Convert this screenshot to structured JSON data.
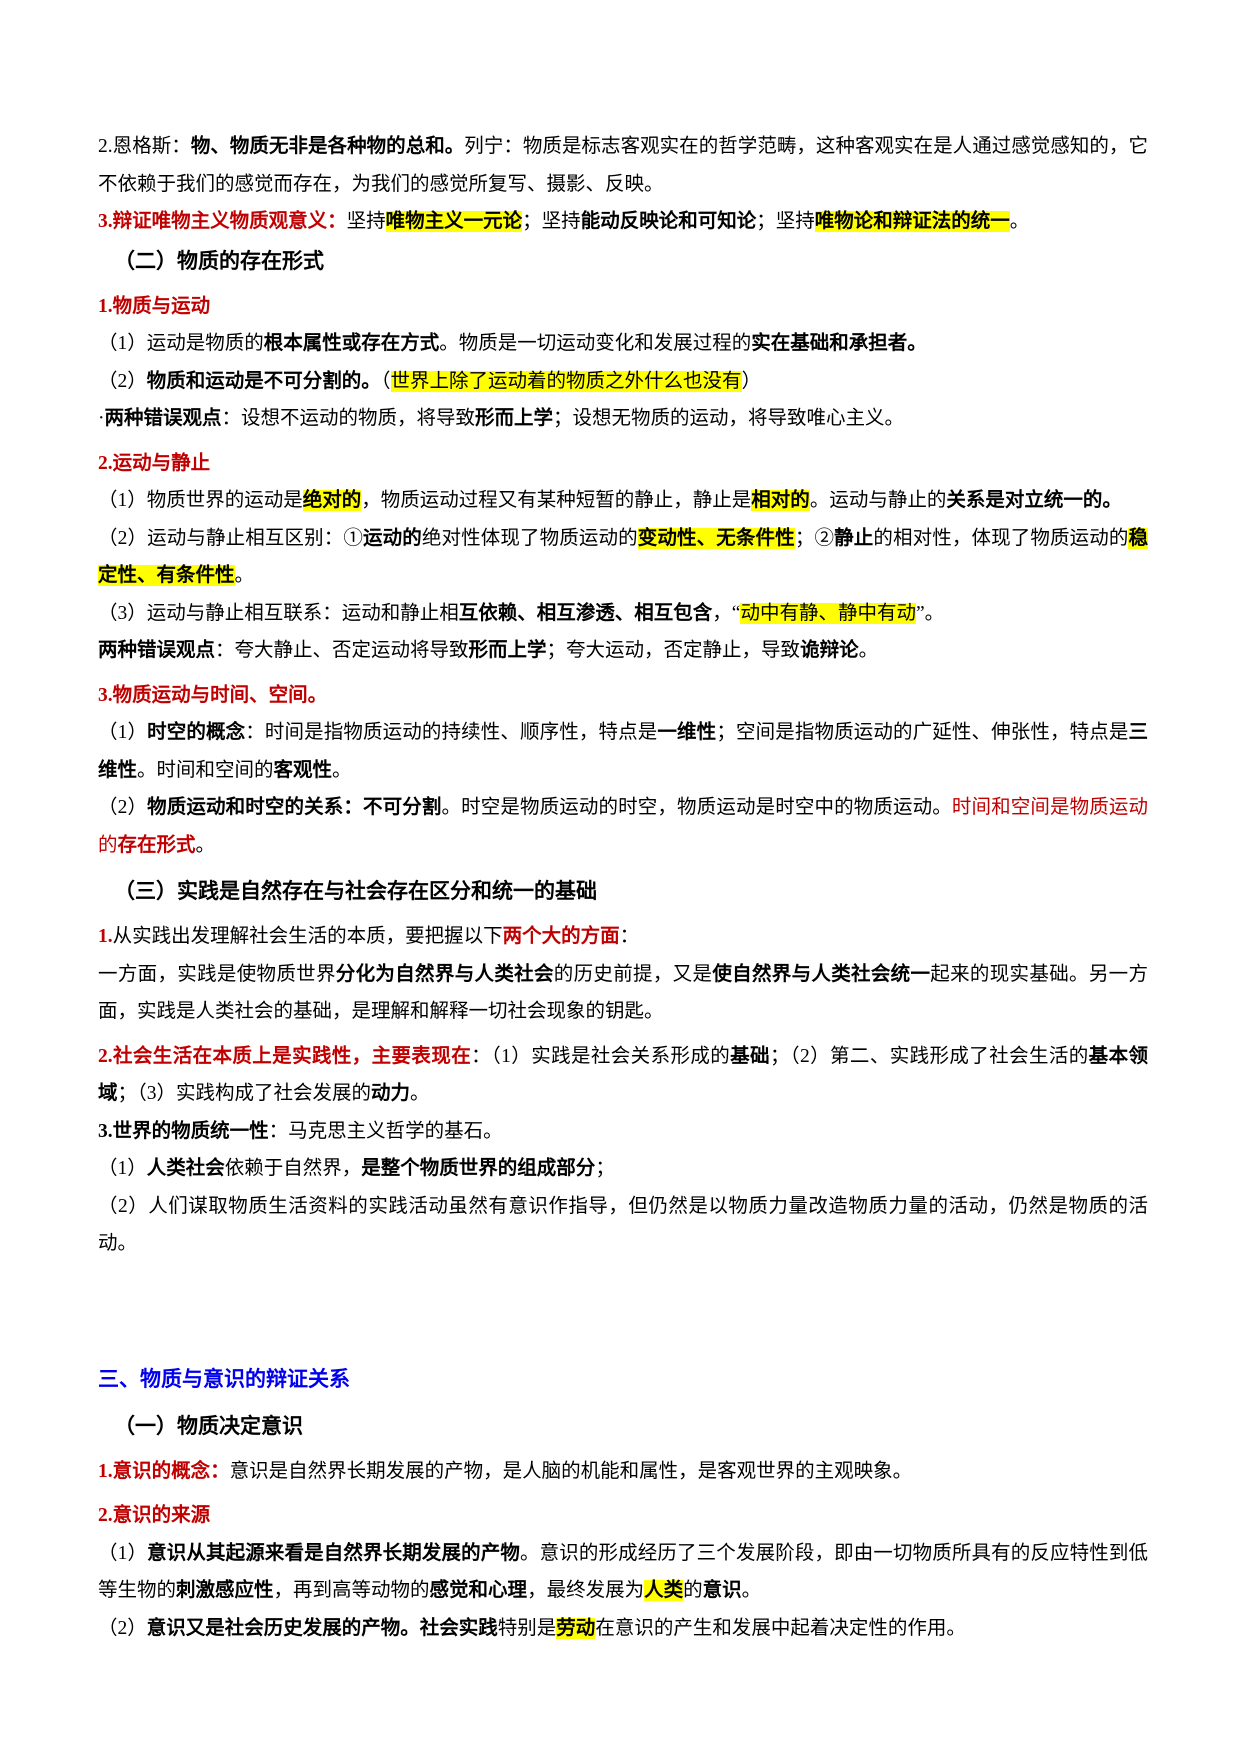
{
  "document": {
    "language": "zh-CN",
    "colors": {
      "heading_blue": "#0000ee",
      "heading_red": "#c00000",
      "highlight_yellow": "#ffff00",
      "body_black": "#000000",
      "page_background": "#ffffff"
    },
    "blocks": {
      "b01_engels_line1": "2.恩格斯：",
      "b01_engels_bold1": "物、物质无非是各种物的总和。",
      "b01_engels_rest": "列宁：物质是标志客观实在的哲学范畴，这种客观实在是人通过感觉感知的，它不依赖于我们的感觉而存在，为我们的感觉所复写、摄影、反映。",
      "b02_head_red": "3.辩证唯物主义物质观意义：",
      "b02_t1": "坚持",
      "b02_hl1": "唯物主义一元论",
      "b02_t2": "；坚持",
      "b02_b1": "能动反映论和可知论",
      "b02_t3": "；坚持",
      "b02_hl2": "唯物论和辩证法的统一",
      "b02_t4": "。",
      "b03_section2": "（二）物质的存在形式",
      "b04_head_red": "1.物质与运动",
      "b05_t1": "（1）运动是物质的",
      "b05_b1": "根本属性或存在方式",
      "b05_t2": "。物质是一切运动变化和发展过程的",
      "b05_b2": "实在基础和承担者。",
      "b06_t1": "（2）",
      "b06_b1": "物质和运动是不可分割的。",
      "b06_t2": "（",
      "b06_hl1": "世界上除了运动着的物质之外什么也没有",
      "b06_t3": "）",
      "b07_t1": "·",
      "b07_b1": "两种错误观点",
      "b07_t2": "：设想不运动的物质，将导致",
      "b07_b2": "形而上学",
      "b07_t3": "；设想无物质的运动，将导致唯心主义。",
      "b08_head_red": "2.运动与静止",
      "b09_t1": "（1）物质世界的运动是",
      "b09_hl1": "绝对的",
      "b09_t2": "，物质运动过程又有某种短暂的静止，静止是",
      "b09_hl2": "相对的",
      "b09_t3": "。运动与静止的",
      "b09_b1": "关系是对立统一的。",
      "b10_t1": "（2）运动与静止相互区别：①",
      "b10_b1": "运动的",
      "b10_t2": "绝对性体现了物质运动的",
      "b10_hl1": "变动性、无条件性",
      "b10_t3": "；②",
      "b10_b2": "静止",
      "b10_t4": "的相对性，体现了物质运动的",
      "b10_hl2": "稳定性、有条件性",
      "b10_t5": "。",
      "b11_t1": "（3）运动与静止相互联系：运动和静止相",
      "b11_b1": "互依赖、相互渗透、相互包含",
      "b11_t2": "，“",
      "b11_hl1": "动中有静、静中有动",
      "b11_t3": "”。",
      "b12_b1": "两种错误观点",
      "b12_t1": "：夸大静止、否定运动将导致",
      "b12_b2": "形而上学",
      "b12_t2": "；夸大运动，否定静止，导致",
      "b12_b3": "诡辩论",
      "b12_t3": "。",
      "b13_head_red": "3.物质运动与时间、空间。",
      "b14_t1": "（1）",
      "b14_b1": "时空的概念",
      "b14_t2": "：时间是指物质运动的持续性、顺序性，特点是",
      "b14_b2": "一维性",
      "b14_t3": "；空间是指物质运动的广延性、伸张性，特点是",
      "b14_b3": "三维性",
      "b14_t4": "。时间和空间的",
      "b14_b4": "客观性",
      "b14_t5": "。",
      "b15_t1": "（2）",
      "b15_b1": "物质运动和时空的关系：不可分割",
      "b15_t2": "。时空是物质运动的时空，物质运动是时空中的物质运动。",
      "b15_r1": "时间和空间是物质运动的",
      "b15_rb1": "存在形式",
      "b15_t3": "。",
      "b16_section3": "（三）实践是自然存在与社会存在区分和统一的基础",
      "b17_red1": "1.",
      "b17_t1": "从实践出发理解社会生活的本质，要把握以下",
      "b17_rb1": "两个大的方面",
      "b17_t2": "：",
      "b18_t1": "一方面，实践是使物质世界",
      "b18_b1": "分化为自然界与人类社会",
      "b18_t2": "的历史前提，又是",
      "b18_b2": "使自然界与人类社会统一",
      "b18_t3": "起来的现实基础。另一方面，实践是人类社会的基础，是理解和解释一切社会现象的钥匙。",
      "b19_rb1": "2.社会生活在本质上是实践性，主要表现在",
      "b19_t1": "：（1）实践是社会关系形成的",
      "b19_b1": "基础",
      "b19_t2": "；（2）第二、实践形成了社会生活的",
      "b19_b2": "基本领域",
      "b19_t3": "；（3）实践构成了社会发展的",
      "b19_b3": "动力",
      "b19_t4": "。",
      "b20_rb1": "3.世界的物质统一性",
      "b20_t1": "：马克思主义哲学的基石。",
      "b21_t1": "（1）",
      "b21_b1": "人类社会",
      "b21_t2": "依赖于自然界，",
      "b21_b2": "是整个物质世界的组成部分",
      "b21_t3": "；",
      "b22_t1": "（2）人们谋取物质生活资料的实践活动虽然有意识作指导，但仍然是以物质力量改造物质力量的活动，仍然是物质的活动。",
      "b23_heading_blue": "三、物质与意识的辩证关系",
      "b24_section1": "（一）物质决定意识",
      "b25_rb1": "1.意识的概念：",
      "b25_t1": "意识是自然界长期发展的产物，是人脑的机能和属性，是客观世界的主观映象。",
      "b26_head_red": "2.意识的来源",
      "b27_t1": "（1）",
      "b27_b1": "意识从其起源来看是自然界长期发展的产物",
      "b27_t2": "。意识的形成经历了三个发展阶段，即由一切物质所具有的反应特性到低等生物的",
      "b27_b2": "刺激感应性",
      "b27_t3": "，再到高等动物的",
      "b27_b3": "感觉和心理",
      "b27_t4": "，最终发展为",
      "b27_hl1": "人类",
      "b27_t5": "的",
      "b27_b4": "意识",
      "b27_t6": "。",
      "b28_t1": "（2）",
      "b28_b1": "意识又是社会历史发展的产物。社会实践",
      "b28_t2": "特别是",
      "b28_hl1": "劳动",
      "b28_t3": "在意识的产生和发展中起着决定性的作用。"
    }
  }
}
